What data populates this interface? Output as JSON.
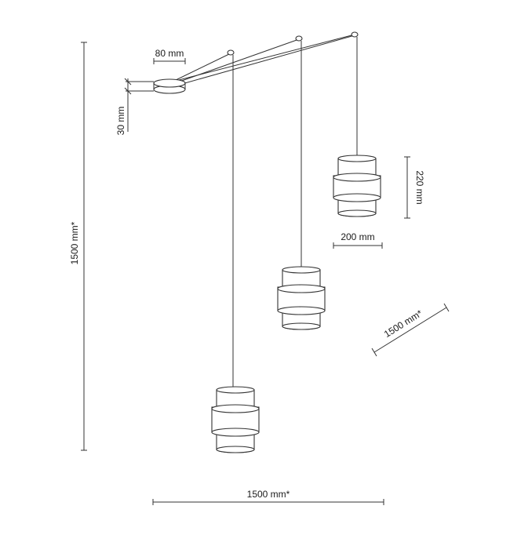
{
  "dimensions": {
    "canopy_width": "80 mm",
    "canopy_height": "30 mm",
    "total_height": "1500 mm*",
    "shade_height": "220 mm",
    "shade_diameter": "200 mm",
    "arm_length": "1500 mm*",
    "total_width": "1500 mm*"
  }
}
